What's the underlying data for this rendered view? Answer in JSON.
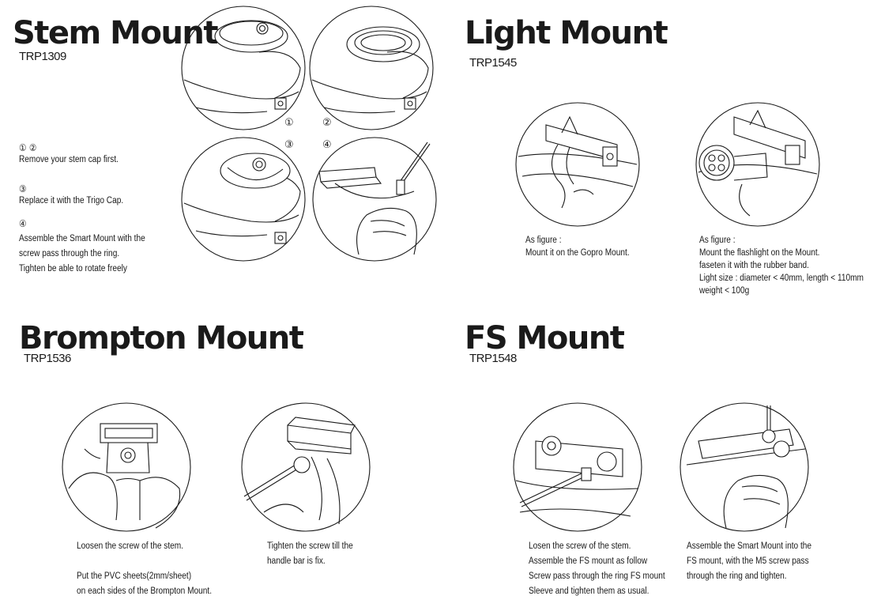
{
  "stem": {
    "title": "Stem Mount",
    "code": "TRP1309",
    "step_labels": [
      "①",
      "②",
      "③",
      "④"
    ],
    "instructions": [
      {
        "marker": "① ②",
        "lines": [
          "Remove your stem cap first."
        ]
      },
      {
        "marker": "③",
        "lines": [
          "Replace it with the Trigo Cap."
        ]
      },
      {
        "marker": "④",
        "lines": [
          "Assemble the Smart Mount with the",
          "screw pass through the ring.",
          "Tighten be able to rotate freely"
        ]
      }
    ]
  },
  "light": {
    "title": "Light Mount",
    "code": "TRP1545",
    "caption_left": [
      "As figure :",
      "Mount it on the Gopro Mount."
    ],
    "caption_right": [
      "As figure :",
      "Mount the flashlight on the Mount.",
      "faseten it  with the rubber band.",
      "Light size : diameter < 40mm, length < 110mm",
      "weight < 100g"
    ]
  },
  "brompton": {
    "title": "Brompton Mount",
    "code": "TRP1536",
    "caption_left": [
      "Loosen the screw of the stem.",
      "",
      "Put the PVC sheets(2mm/sheet)",
      "on each sides of the Brompton Mount."
    ],
    "caption_right": [
      "Tighten the screw till the",
      "handle bar is fix."
    ]
  },
  "fs": {
    "title": "FS Mount",
    "code": "TRP1548",
    "caption_left": [
      "Losen the screw of the stem.",
      "Assemble the FS mount as follow",
      "Screw pass through the ring FS mount",
      "Sleeve and tighten them as usual."
    ],
    "caption_right": [
      "Assemble the Smart Mount into the",
      "FS mount, with the M5 screw pass",
      "through the ring and tighten."
    ]
  }
}
